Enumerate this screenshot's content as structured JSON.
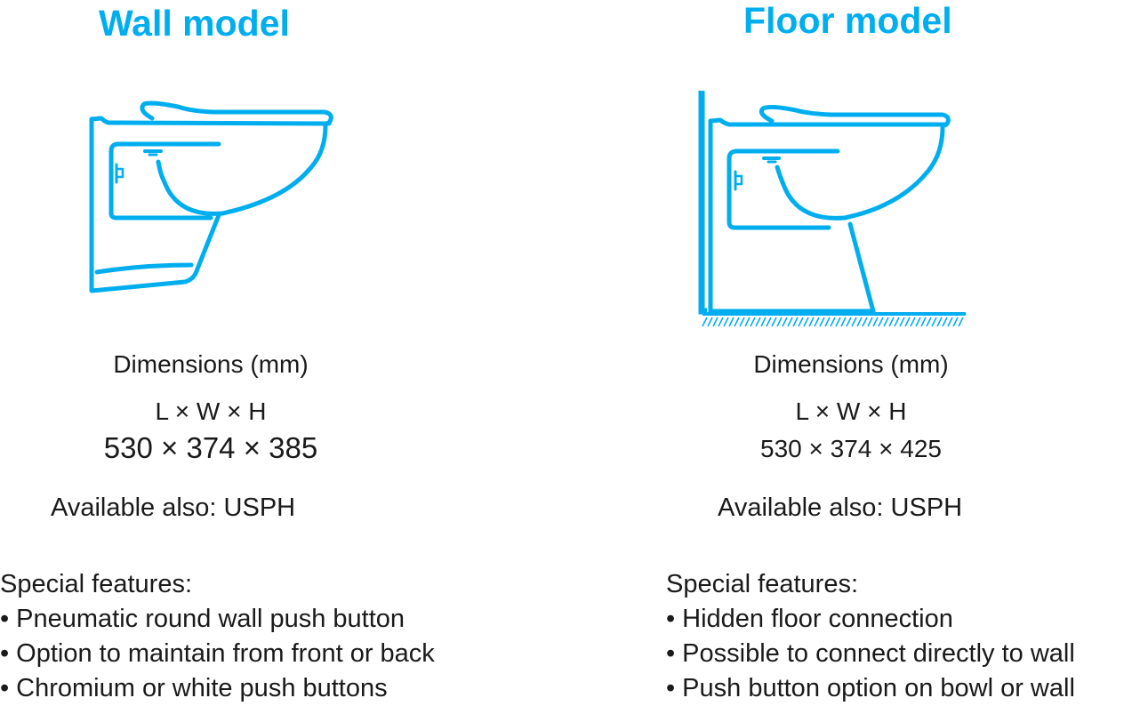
{
  "accent_color": "#00aeef",
  "wall": {
    "title": "Wall model",
    "image": "wall-hung-toilet-illustration",
    "dimensions_label": "Dimensions (mm)",
    "dimensions_axes": "L × W × H",
    "dimensions_values": "530 × 374 × 385",
    "available": "Available also: USPH",
    "features_heading": "Special features:",
    "features": [
      "Pneumatic round wall push button",
      "Option to maintain from front or back",
      "Chromium or white push buttons"
    ]
  },
  "floor": {
    "title": "Floor model",
    "image": "floor-standing-toilet-illustration",
    "dimensions_label": "Dimensions (mm)",
    "dimensions_axes": "L × W × H",
    "dimensions_values": "530 × 374 × 425",
    "available": "Available also: USPH",
    "features_heading": "Special features:",
    "features": [
      "Hidden floor connection",
      "Possible to connect directly to wall",
      "Push button option on bowl or wall"
    ]
  }
}
